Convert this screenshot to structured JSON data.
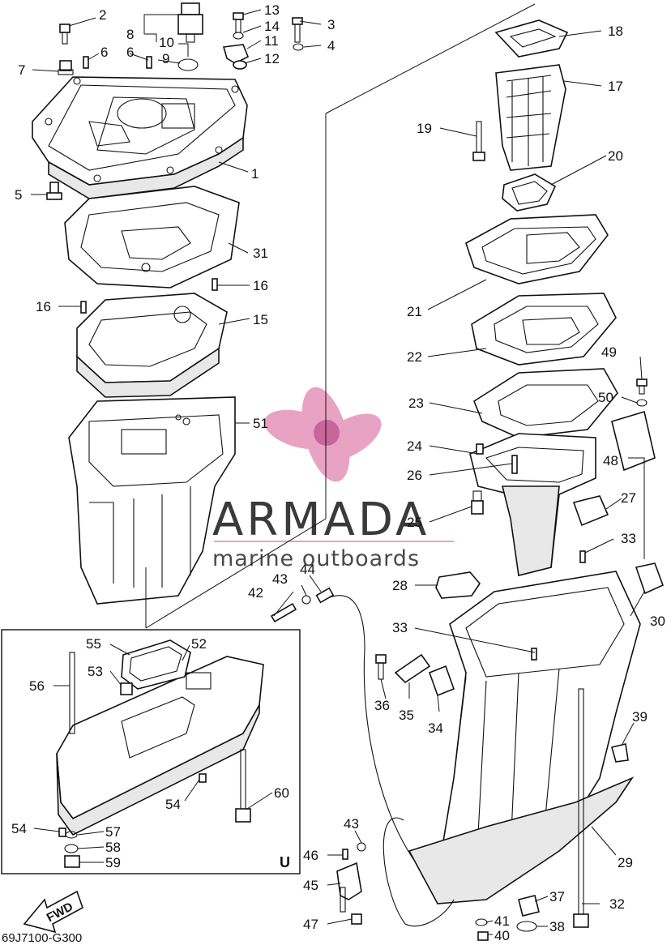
{
  "drawing_code": "69J7100-G300",
  "watermark": {
    "brand": "ARMADA",
    "tagline": "marine outboards",
    "logo_color": "#e8a2c4",
    "text_color": "#3a3a3a"
  },
  "callouts": {
    "p1": "1",
    "p2": "2",
    "p3": "3",
    "p4": "4",
    "p5": "5",
    "p6a": "6",
    "p6b": "6",
    "p7": "7",
    "p8": "8",
    "p9": "9",
    "p10": "10",
    "p11": "11",
    "p12": "12",
    "p13": "13",
    "p14": "14",
    "p15": "15",
    "p16a": "16",
    "p16b": "16",
    "p17": "17",
    "p18": "18",
    "p19": "19",
    "p20": "20",
    "p21": "21",
    "p22": "22",
    "p23": "23",
    "p24": "24",
    "p25": "25",
    "p26": "26",
    "p27": "27",
    "p28": "28",
    "p29": "29",
    "p30": "30",
    "p31": "31",
    "p32": "32",
    "p33a": "33",
    "p33b": "33",
    "p34": "34",
    "p35": "35",
    "p36": "36",
    "p37": "37",
    "p38": "38",
    "p39": "39",
    "p40": "40",
    "p41": "41",
    "p42": "42",
    "p43a": "43",
    "p43b": "43",
    "p44": "44",
    "p45": "45",
    "p46": "46",
    "p47": "47",
    "p48": "48",
    "p49": "49",
    "p50": "50",
    "p51": "51",
    "p52": "52",
    "p53": "53",
    "p54a": "54",
    "p54b": "54",
    "p55": "55",
    "p56": "56",
    "p57": "57",
    "p58": "58",
    "p59": "59",
    "p60": "60"
  },
  "inset": {
    "corner_letter": "U"
  },
  "direction_arrow": {
    "label": "FWD"
  }
}
